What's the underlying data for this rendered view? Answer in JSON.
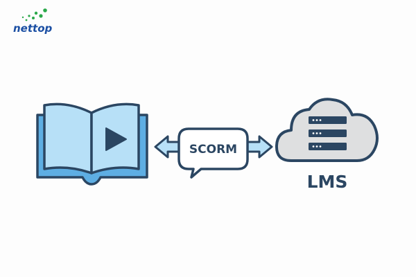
{
  "logo": {
    "text": "nettop"
  },
  "diagram": {
    "bubble_label": "SCORM",
    "cloud_label": "LMS"
  },
  "colors": {
    "outline": "#2b4662",
    "book_cover": "#5eaee3",
    "book_page": "#b7e0f7",
    "arrow_fill": "#b7e0f7",
    "cloud_fill": "#dedfe0",
    "logo_blue": "#1b4fa3",
    "logo_green": "#2aa84a"
  }
}
